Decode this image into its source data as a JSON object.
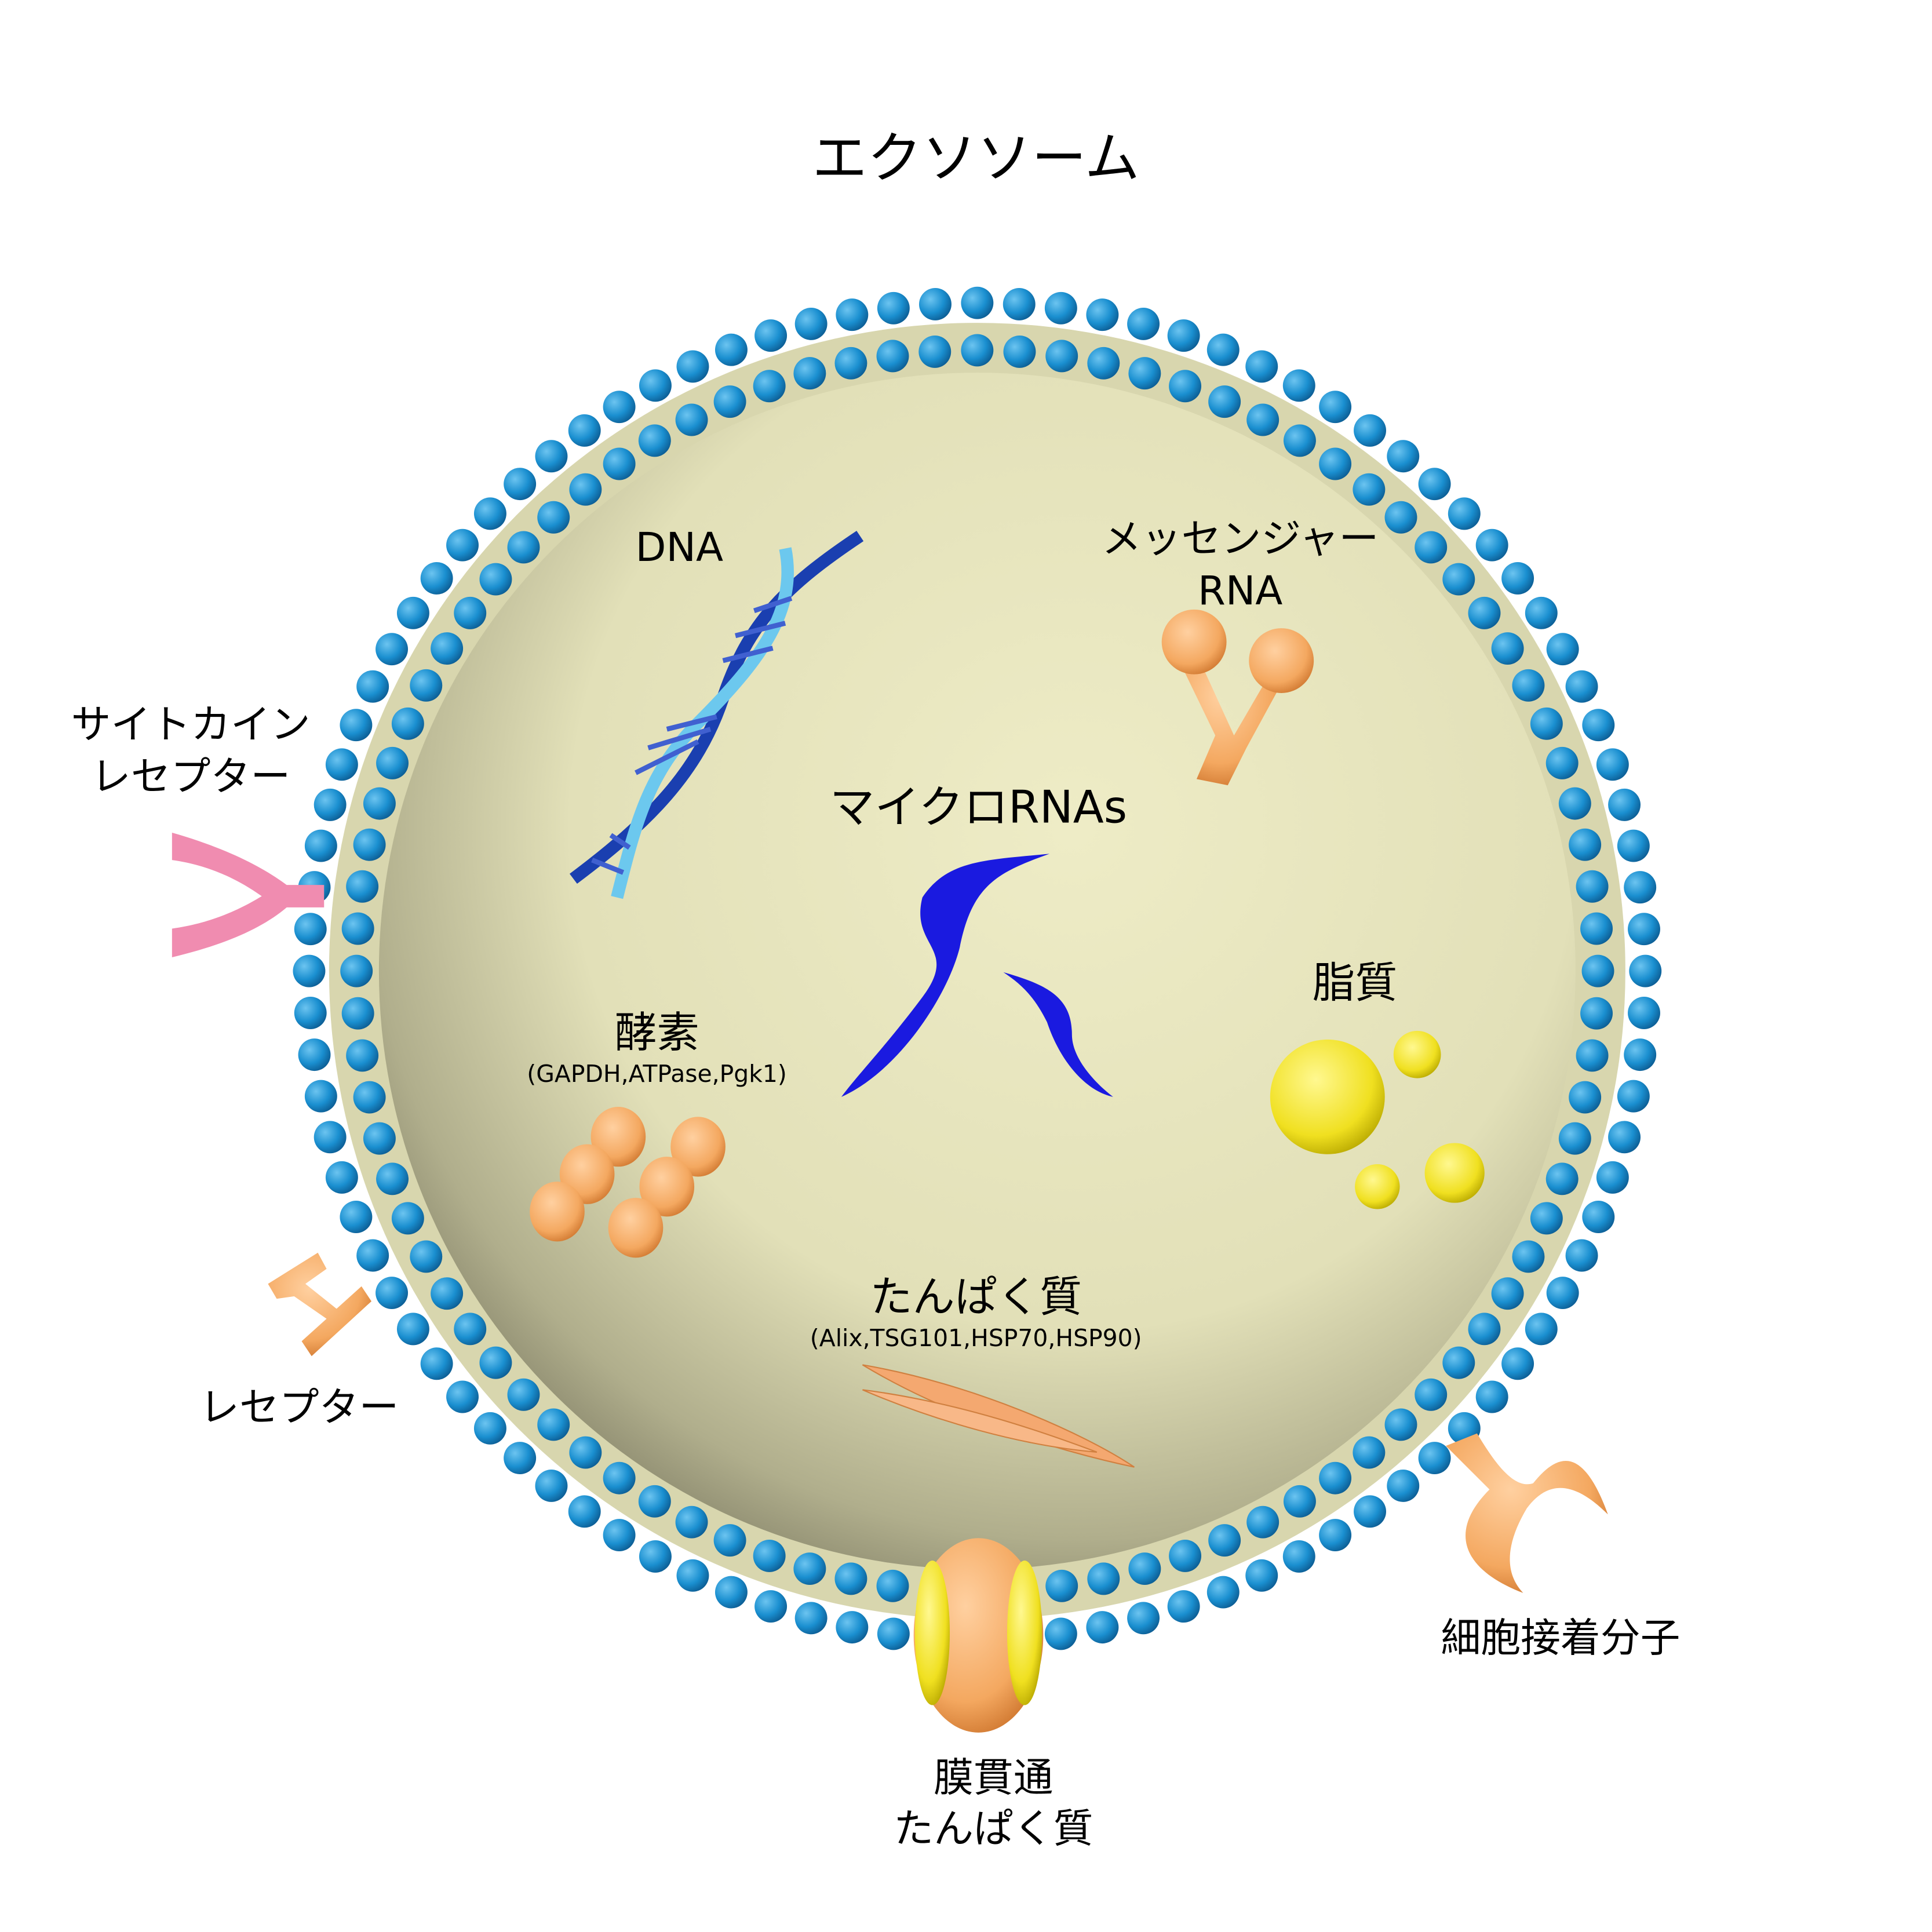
{
  "title": "エクソソーム",
  "labels": {
    "dna": "DNA",
    "mrna_line1": "メッセンジャー",
    "mrna_line2": "RNA",
    "mirna": "マイクロRNAs",
    "lipid": "脂質",
    "enzyme": "酵素",
    "enzyme_examples": "(GAPDH,ATPase,Pgk1)",
    "protein": "たんぱく質",
    "protein_examples": "(Alix,TSG101,HSP70,HSP90)",
    "cytokine_receptor_line1": "サイトカイン",
    "cytokine_receptor_line2": "レセプター",
    "receptor": "レセプター",
    "adhesion": "細胞接着分子",
    "transmembrane_line1": "膜貫通",
    "transmembrane_line2": "たんぱく質"
  },
  "colors": {
    "bead": "#1a8fd0",
    "interior": "#e8e6be",
    "interior_shadow": "#7a7860",
    "dna_dark": "#1a3fb0",
    "dna_light": "#6cc8ee",
    "mirna": "#1a1ae0",
    "orange": "#f4a860",
    "yellow": "#f0e020",
    "pink": "#f08cb0"
  }
}
